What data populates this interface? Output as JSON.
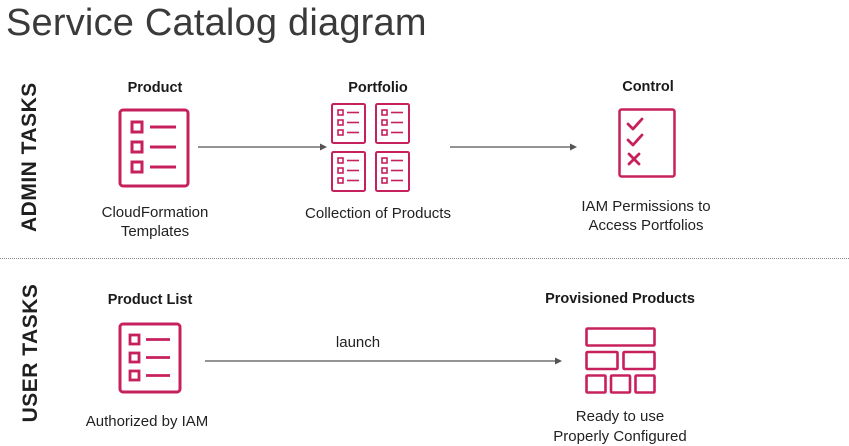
{
  "title": "Service Catalog diagram",
  "sections": {
    "admin_label": "ADMIN TASKS",
    "user_label": "USER TASKS"
  },
  "admin": {
    "product": {
      "label": "Product",
      "caption_line1": "CloudFormation",
      "caption_line2": "Templates"
    },
    "portfolio": {
      "label": "Portfolio",
      "caption": "Collection of Products"
    },
    "control": {
      "label": "Control",
      "caption_line1": "IAM Permissions to",
      "caption_line2": "Access Portfolios"
    }
  },
  "user": {
    "product_list": {
      "label": "Product List",
      "caption": "Authorized by IAM"
    },
    "arrow_label": "launch",
    "provisioned": {
      "label": "Provisioned Products",
      "caption_line1": "Ready to use",
      "caption_line2": "Properly Configured"
    }
  },
  "colors": {
    "icon": "#c7215d",
    "arrow": "#545454",
    "divider": "#8a8a8a"
  }
}
